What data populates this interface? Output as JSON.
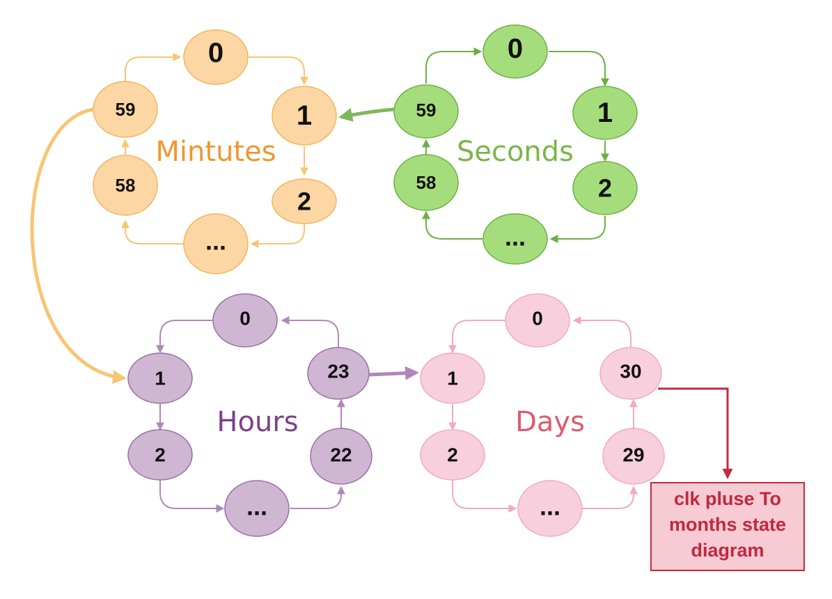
{
  "colors": {
    "minutes": {
      "fill": "#fdd7a3",
      "stroke": "#f4b45d",
      "edge": "#f8c574",
      "title": "#f0972e"
    },
    "seconds": {
      "fill": "#a6dd7c",
      "stroke": "#6cb043",
      "edge": "#6cb043",
      "title": "#7ab648"
    },
    "hours": {
      "fill": "#cfb6d3",
      "stroke": "#9a6fa3",
      "edge": "#b088b8",
      "title": "#7e3f8c"
    },
    "days": {
      "fill": "#f8cfdc",
      "stroke": "#f2a9c1",
      "edge": "#f2a9c1",
      "title": "#e05a6d"
    },
    "note": {
      "fill": "#f6cbd3",
      "stroke": "#c8283f"
    }
  },
  "groups": {
    "minutes": {
      "title": "Mintutes",
      "states": [
        "0",
        "1",
        "2",
        "...",
        "58",
        "59"
      ]
    },
    "seconds": {
      "title": "Seconds",
      "states": [
        "0",
        "1",
        "2",
        "...",
        "58",
        "59"
      ]
    },
    "hours": {
      "title": "Hours",
      "states": [
        "0",
        "1",
        "2",
        "...",
        "22",
        "23"
      ]
    },
    "days": {
      "title": "Days",
      "states": [
        "0",
        "1",
        "2",
        "...",
        "29",
        "30"
      ]
    }
  },
  "note": {
    "lines": [
      "clk pluse To",
      "months state",
      "diagram"
    ]
  }
}
